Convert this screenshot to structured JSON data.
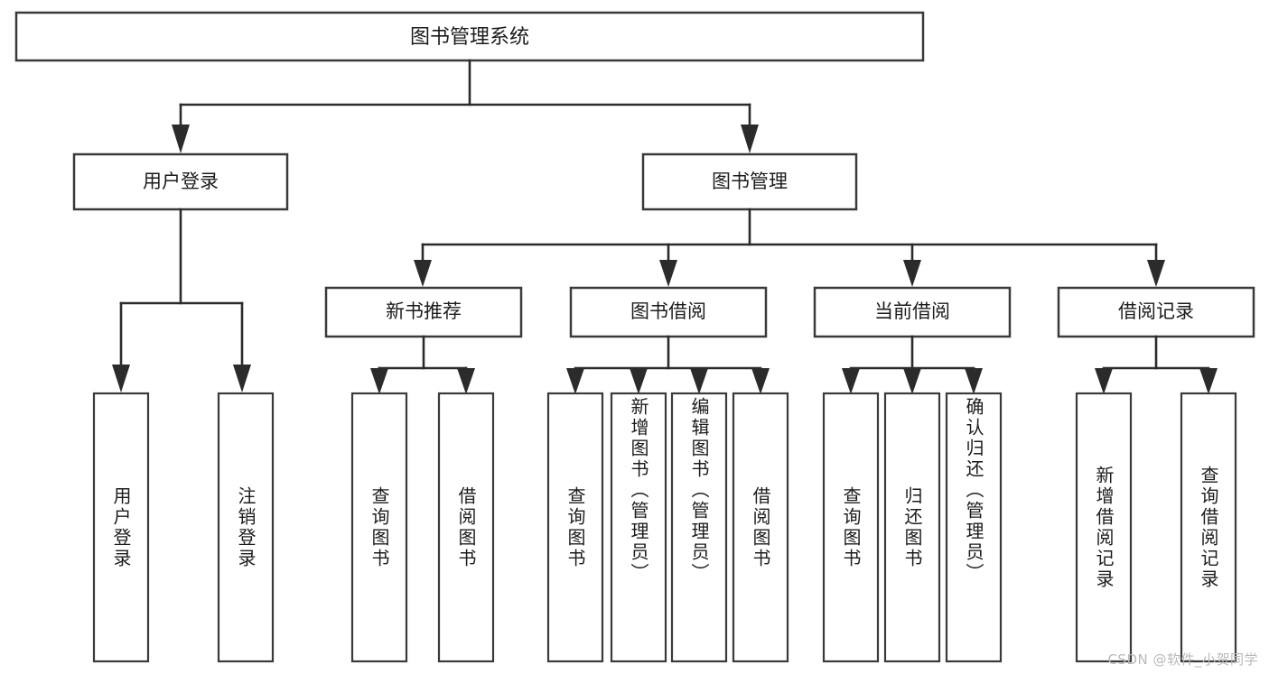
{
  "diagram": {
    "type": "tree-hierarchy-chart",
    "title": "图书管理系统",
    "root": {
      "id": "root",
      "label": "图书管理系统",
      "orientation": "horizontal"
    },
    "level2": [
      {
        "id": "user-login",
        "label": "用户登录",
        "orientation": "horizontal"
      },
      {
        "id": "book-manage",
        "label": "图书管理",
        "orientation": "horizontal"
      }
    ],
    "level3": [
      {
        "id": "new-book-recommend",
        "label": "新书推荐",
        "orientation": "horizontal",
        "parent": "book-manage"
      },
      {
        "id": "book-borrow",
        "label": "图书借阅",
        "orientation": "horizontal",
        "parent": "book-manage"
      },
      {
        "id": "current-borrow",
        "label": "当前借阅",
        "orientation": "horizontal",
        "parent": "book-manage"
      },
      {
        "id": "borrow-record",
        "label": "借阅记录",
        "orientation": "horizontal",
        "parent": "book-manage"
      }
    ],
    "leaves": [
      {
        "id": "leaf-user-login",
        "label": "用户登录",
        "orientation": "vertical",
        "parent": "user-login"
      },
      {
        "id": "leaf-logout-login",
        "label": "注销登录",
        "orientation": "vertical",
        "parent": "user-login"
      },
      {
        "id": "leaf-query-book-1",
        "label": "查询图书",
        "orientation": "vertical",
        "parent": "new-book-recommend"
      },
      {
        "id": "leaf-borrow-book-1",
        "label": "借阅图书",
        "orientation": "vertical",
        "parent": "new-book-recommend"
      },
      {
        "id": "leaf-query-book-2",
        "label": "查询图书",
        "orientation": "vertical",
        "parent": "book-borrow"
      },
      {
        "id": "leaf-add-book-admin",
        "label": "新增图书（管理员）",
        "orientation": "vertical",
        "parent": "book-borrow"
      },
      {
        "id": "leaf-edit-book-admin",
        "label": "编辑图书（管理员）",
        "orientation": "vertical",
        "parent": "book-borrow"
      },
      {
        "id": "leaf-borrow-book-2",
        "label": "借阅图书",
        "orientation": "vertical",
        "parent": "book-borrow"
      },
      {
        "id": "leaf-query-book-3",
        "label": "查询图书",
        "orientation": "vertical",
        "parent": "current-borrow"
      },
      {
        "id": "leaf-return-book",
        "label": "归还图书",
        "orientation": "vertical",
        "parent": "current-borrow"
      },
      {
        "id": "leaf-confirm-return-admin",
        "label": "确认归还（管理员）",
        "orientation": "vertical",
        "parent": "current-borrow"
      },
      {
        "id": "leaf-add-borrow-record",
        "label": "新增借阅记录",
        "orientation": "vertical",
        "parent": "borrow-record"
      },
      {
        "id": "leaf-query-borrow-record",
        "label": "查询借阅记录",
        "orientation": "vertical",
        "parent": "borrow-record"
      }
    ],
    "colors": {
      "box_stroke": "#3a3a3a",
      "line": "#2b2b2b",
      "text": "#1c1c1c",
      "background": "#ffffff",
      "watermark": "#b9b9b9"
    }
  },
  "watermark": {
    "text": "CSDN @软件_小贺同学"
  }
}
